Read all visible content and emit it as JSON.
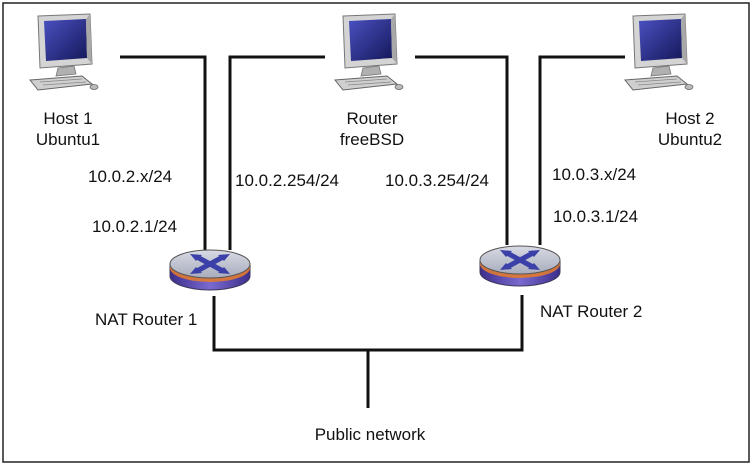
{
  "nodes": {
    "host1": {
      "name": "Host 1",
      "os": "Ubuntu1"
    },
    "router": {
      "name": "Router",
      "os": "freeBSD"
    },
    "host2": {
      "name": "Host 2",
      "os": "Ubuntu2"
    },
    "nat1": {
      "name": "NAT Router 1"
    },
    "nat2": {
      "name": "NAT Router 2"
    },
    "public": {
      "name": "Public network"
    }
  },
  "addresses": {
    "host1_net": "10.0.2.x/24",
    "nat1_inside": "10.0.2.1/24",
    "router_left": "10.0.2.254/24",
    "router_right": "10.0.3.254/24",
    "host2_net": "10.0.3.x/24",
    "nat2_inside": "10.0.3.1/24"
  },
  "colors": {
    "router_top": "#b8bccc",
    "router_side": "#6a58b8",
    "router_band": "#e07a30",
    "router_arrows": "#3a40a8",
    "screen": "#2a2f8a",
    "monitor_body": "#c8c8c8"
  }
}
